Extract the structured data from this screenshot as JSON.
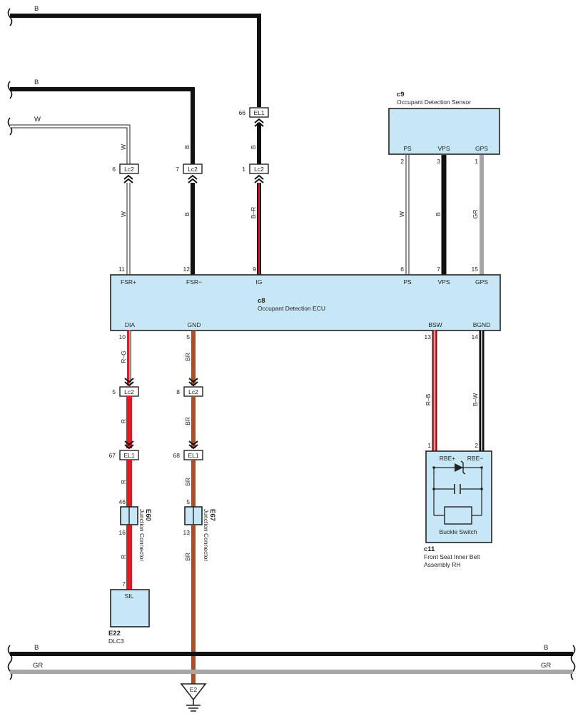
{
  "wire_colors": {
    "B": "#111111",
    "W": "#ffffff",
    "GR": "#a6a6a6",
    "BR": "#a0522d",
    "R": "#e01b24",
    "stripe": "#e01b24"
  },
  "top_wires": {
    "b1": "B",
    "b2": "B",
    "w": "W"
  },
  "bottom_bus": {
    "b_left": "B",
    "b_right": "B",
    "gr_left": "GR",
    "gr_right": "GR"
  },
  "ecu": {
    "id": "c8",
    "name": "Occupant Detection ECU",
    "pins_top": [
      {
        "label": "FSR+",
        "num": "11"
      },
      {
        "label": "FSR−",
        "num": "12"
      },
      {
        "label": "IG",
        "num": "9"
      },
      {
        "label": "PS",
        "num": "6"
      },
      {
        "label": "VPS",
        "num": "7"
      },
      {
        "label": "GPS",
        "num": "15"
      }
    ],
    "pins_bottom": [
      {
        "label": "DIA",
        "num": "10"
      },
      {
        "label": "GND",
        "num": "5"
      },
      {
        "label": "BSW",
        "num": "13"
      },
      {
        "label": "BGND",
        "num": "14"
      }
    ]
  },
  "sensor": {
    "id": "c9",
    "name": "Occupant Detection Sensor",
    "pins": [
      {
        "label": "PS",
        "num": "2"
      },
      {
        "label": "VPS",
        "num": "3"
      },
      {
        "label": "GPS",
        "num": "1"
      }
    ],
    "wires": [
      "W",
      "B",
      "GR"
    ]
  },
  "connectors_lc2_top": [
    {
      "label": "Lc2",
      "num": "6"
    },
    {
      "label": "Lc2",
      "num": "7"
    },
    {
      "label": "Lc2",
      "num": "1"
    }
  ],
  "el1_top": {
    "label": "EL1",
    "num": "66"
  },
  "top_wire_labels": {
    "w_upper": "W",
    "w_lower": "W",
    "b_upper": "B",
    "b_lower": "B",
    "ig_upper": "B",
    "ig_lower": "B–R"
  },
  "left_branch": {
    "labels": [
      "R–G",
      "R",
      "R",
      "R"
    ],
    "lc2": {
      "label": "Lc2",
      "num": "5"
    },
    "el1": {
      "label": "EL1",
      "num": "67"
    },
    "jc": {
      "id": "E60",
      "name": "Junction Connector",
      "pin_top": "46",
      "pin_bottom": "16"
    },
    "dlc": {
      "id": "E22",
      "name": "DLC3",
      "pin": "7",
      "label": "SIL"
    }
  },
  "gnd_branch": {
    "labels": [
      "BR",
      "BR",
      "BR",
      "BR"
    ],
    "lc2": {
      "label": "Lc2",
      "num": "8"
    },
    "el1": {
      "label": "EL1",
      "num": "68"
    },
    "jc": {
      "id": "E67",
      "name": "Junction Connector",
      "pin_top": "5",
      "pin_bottom": "13"
    },
    "ground": "E2"
  },
  "belt": {
    "id": "c11",
    "name_line1": "Front Seat Inner Belt",
    "name_line2": "Assembly RH",
    "pin_pos": "1",
    "pin_neg": "2",
    "label_pos": "RBE+",
    "label_neg": "RBE−",
    "switch": "Buckle Switch",
    "wire_pos": "R–B",
    "wire_neg": "B–W"
  }
}
